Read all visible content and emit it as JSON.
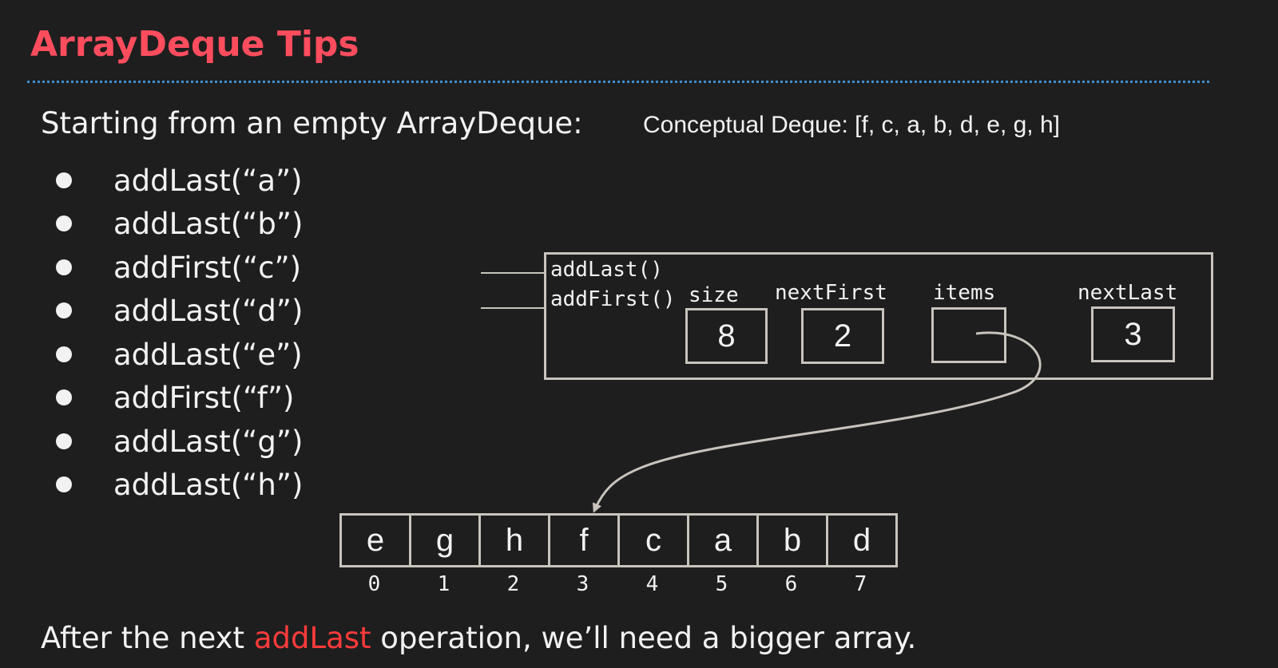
{
  "title": "ArrayDeque Tips",
  "intro": "Starting from an empty ArrayDeque:",
  "conceptual": "Conceptual Deque: [f, c, a, b, d, e, g, h]",
  "operations": [
    "addLast(“a”)",
    "addLast(“b”)",
    "addFirst(“c”)",
    "addLast(“d”)",
    "addLast(“e”)",
    "addFirst(“f”)",
    "addLast(“g”)",
    "addLast(“h”)"
  ],
  "object": {
    "methods": [
      "addLast()",
      "addFirst()"
    ],
    "fields": {
      "size_label": "size",
      "size_value": "8",
      "nextFirst_label": "nextFirst",
      "nextFirst_value": "2",
      "items_label": "items",
      "nextLast_label": "nextLast",
      "nextLast_value": "3"
    }
  },
  "array": {
    "values": [
      "e",
      "g",
      "h",
      "f",
      "c",
      "a",
      "b",
      "d"
    ],
    "indices": [
      "0",
      "1",
      "2",
      "3",
      "4",
      "5",
      "6",
      "7"
    ]
  },
  "footer": {
    "before": "After the next ",
    "highlight": "addLast",
    "after": " operation, we’ll need a bigger array."
  },
  "colors": {
    "background": "#1e1e1e",
    "title": "#ff4d5e",
    "divider": "#3e8ed0",
    "highlight": "#ff3b3b",
    "box_border": "#c8c4bd"
  }
}
